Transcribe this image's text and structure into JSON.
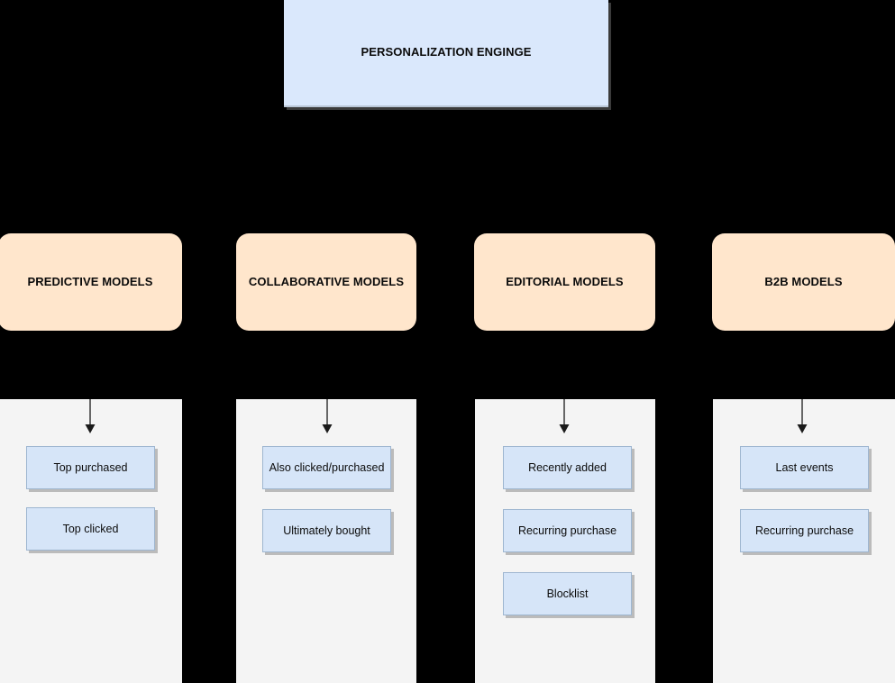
{
  "diagram": {
    "background_color": "#000000",
    "root": {
      "label": "PERSONALIZATION ENGINGE",
      "fill_color": "#dae8fc"
    },
    "categories": [
      {
        "label": "PREDICTIVE MODELS",
        "fill_color": "#ffe6cc"
      },
      {
        "label": "COLLABORATIVE MODELS",
        "fill_color": "#ffe6cc"
      },
      {
        "label": "EDITORIAL MODELS",
        "fill_color": "#ffe6cc"
      },
      {
        "label": "B2B MODELS",
        "fill_color": "#ffe6cc"
      }
    ],
    "lanes": [
      {
        "name": "predictive-lane",
        "fill_color": "#f4f4f4",
        "items": [
          {
            "label": "Top purchased",
            "fill_color": "#d6e5f8"
          },
          {
            "label": "Top clicked",
            "fill_color": "#d6e5f8"
          }
        ]
      },
      {
        "name": "collaborative-lane",
        "fill_color": "#f4f4f4",
        "items": [
          {
            "label": "Also clicked/purchased",
            "fill_color": "#d6e5f8"
          },
          {
            "label": "Ultimately bought",
            "fill_color": "#d6e5f8"
          }
        ]
      },
      {
        "name": "editorial-lane",
        "fill_color": "#f4f4f4",
        "items": [
          {
            "label": "Recently added",
            "fill_color": "#d6e5f8"
          },
          {
            "label": "Recurring purchase",
            "fill_color": "#d6e5f8"
          },
          {
            "label": "Blocklist",
            "fill_color": "#d6e5f8"
          }
        ]
      },
      {
        "name": "b2b-lane",
        "fill_color": "#f4f4f4",
        "items": [
          {
            "label": "Last events",
            "fill_color": "#d6e5f8"
          },
          {
            "label": "Recurring purchase",
            "fill_color": "#d6e5f8"
          }
        ]
      }
    ],
    "connectors": {
      "arrow_color": "#666666",
      "count": 4
    }
  }
}
